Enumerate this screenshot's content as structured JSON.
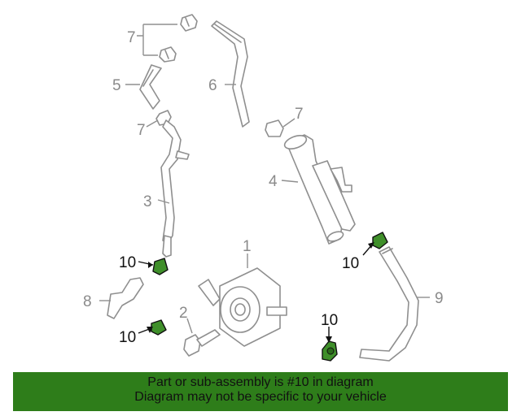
{
  "callouts": {
    "c7a": "7",
    "c5": "5",
    "c6": "6",
    "c7b": "7",
    "c7c": "7",
    "c4": "4",
    "c3": "3",
    "c10a": "10",
    "c10b": "10",
    "c1": "1",
    "c8": "8",
    "c2": "2",
    "c10c": "10",
    "c10d": "10",
    "c9": "9"
  },
  "banner": {
    "line1": "Part or sub-assembly is #10 in diagram",
    "line2": "Diagram may not be specific to your vehicle"
  },
  "colors": {
    "highlight_part": "#3f8f2a",
    "banner_bg": "#2e7d1a",
    "line_gray": "#8f8f8f"
  }
}
